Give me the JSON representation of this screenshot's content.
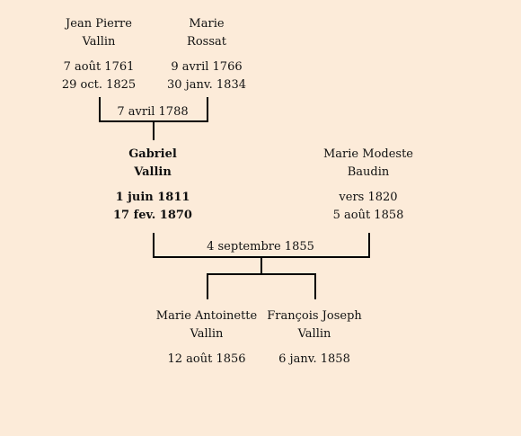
{
  "father": {
    "first_name": "Jean Pierre",
    "surname": "Vallin",
    "birth": "7 août 1761",
    "death": "29 oct. 1825"
  },
  "mother": {
    "first_name": "Marie",
    "surname": "Rossat",
    "birth": "9 avril 1766",
    "death": "30 janv. 1834"
  },
  "parents_marriage": "7 avril 1788",
  "subject": {
    "first_name": "Gabriel",
    "surname": "Vallin",
    "birth": "1 juin 1811",
    "death": "17 fev. 1870"
  },
  "spouse": {
    "first_name": "Marie Modeste",
    "surname": "Baudin",
    "birth": "vers 1820",
    "death": "5 août 1858"
  },
  "marriage": "4 septembre 1855",
  "children": [
    {
      "first_name": "Marie Antoinette",
      "surname": "Vallin",
      "birth": "12 août 1856"
    },
    {
      "first_name": "François Joseph",
      "surname": "Vallin",
      "birth": "6 janv. 1858"
    }
  ]
}
